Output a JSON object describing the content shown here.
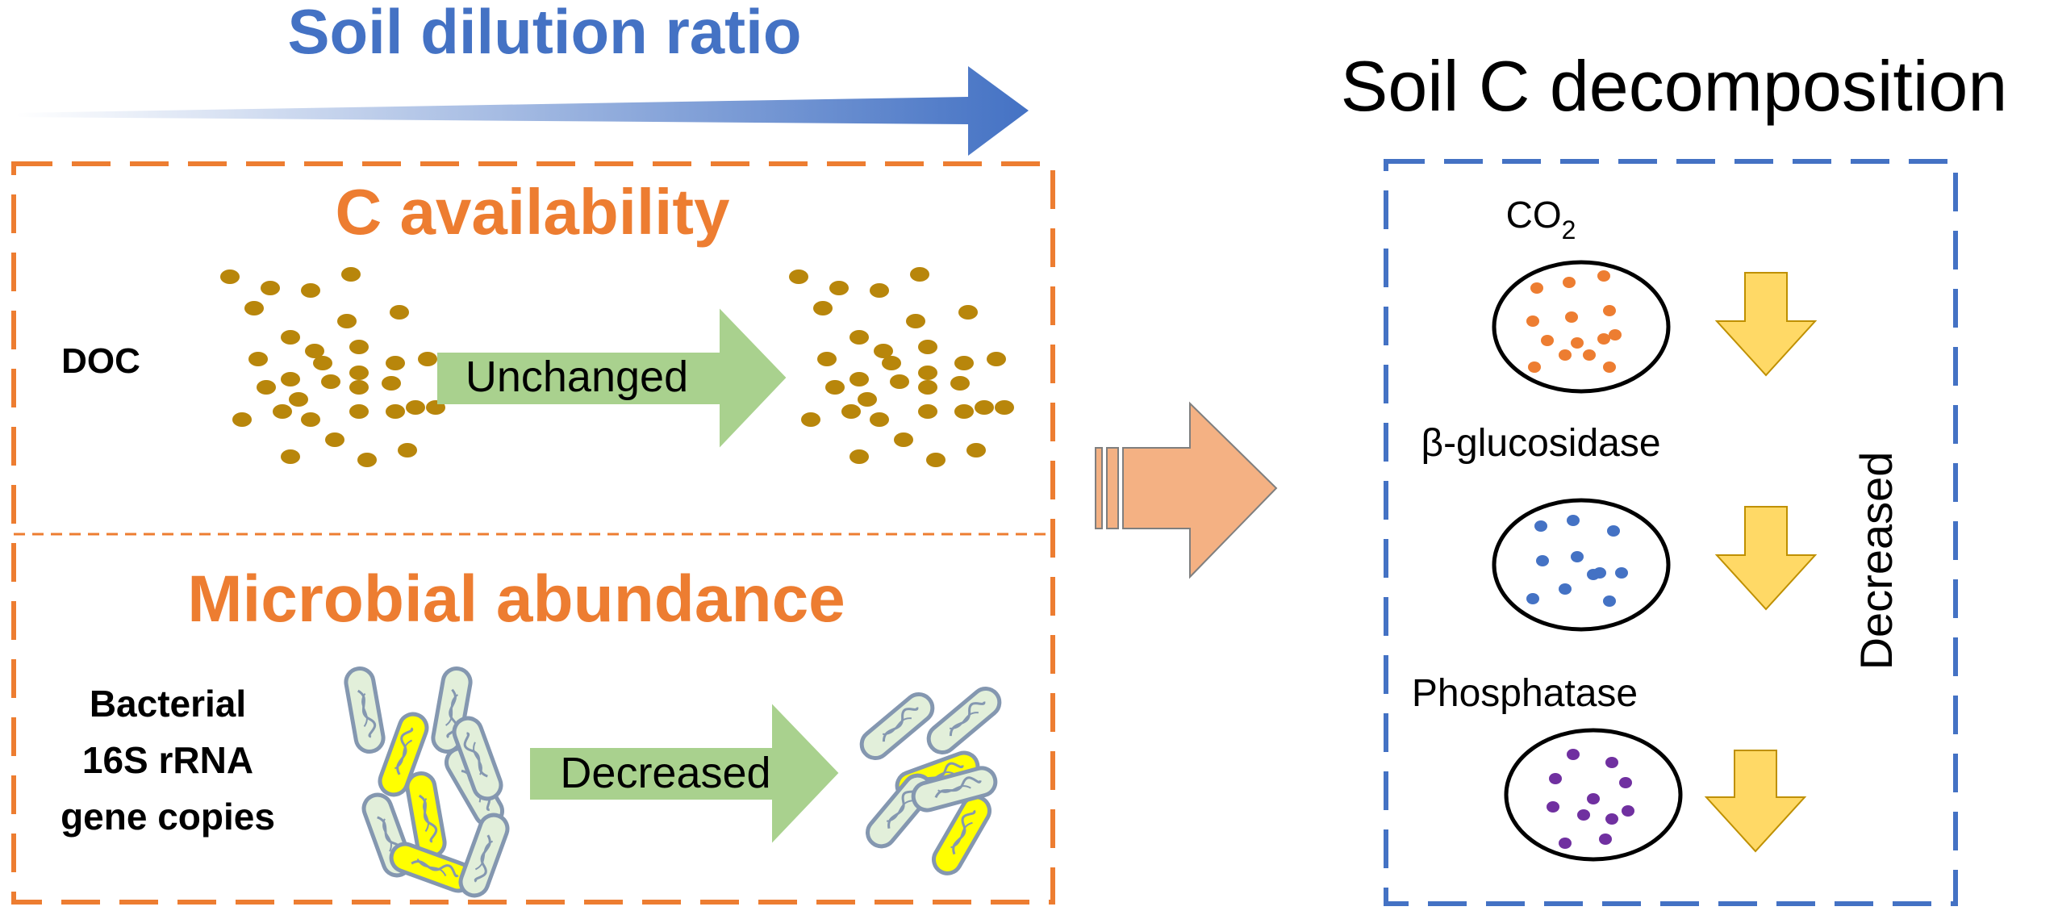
{
  "header": {
    "title": "Soil dilution ratio",
    "title_color": "#4472c4"
  },
  "right_title": "Soil C decomposition",
  "left_panel": {
    "border_color": "#ed7d31",
    "c_section": {
      "heading": "C availability",
      "row_label": "DOC",
      "arrow_label": "Unchanged",
      "dot_color": "#b8860b"
    },
    "microbe_section": {
      "heading": "Microbial abundance",
      "row_label_lines": [
        "Bacterial",
        "16S rRNA",
        "gene copies"
      ],
      "arrow_label": "Decreased"
    }
  },
  "right_panel": {
    "border_color": "#4472c4",
    "side_label": "Decreased",
    "items": [
      {
        "label_main": "CO",
        "label_sub": "2",
        "dot_color": "#ed7d31",
        "arrow_icon": "down-arrow-icon"
      },
      {
        "label_main": "β-glucosidase",
        "label_sub": "",
        "dot_color": "#4472c4",
        "arrow_icon": "down-arrow-icon"
      },
      {
        "label_main": "Phosphatase",
        "label_sub": "",
        "dot_color": "#7030a0",
        "arrow_icon": "down-arrow-icon"
      }
    ]
  },
  "colors": {
    "green_arrow": "#a9d18e",
    "down_arrow": "#ffd966",
    "block_arrow": "#f4b183",
    "bacteria_fill": "#e2efda",
    "bacteria_fill_active": "#ffff00"
  }
}
